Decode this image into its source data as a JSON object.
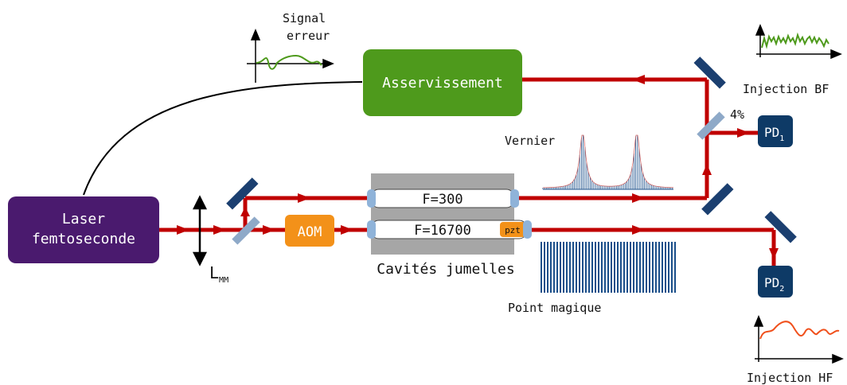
{
  "colors": {
    "beam": "#c00000",
    "laser_box": "#4a1a6e",
    "asserv_box": "#4e9a1c",
    "aom_box": "#f39119",
    "pd_box": "#0e3a66",
    "mirror": "#1b3f70",
    "cavity_gray": "#a6a6a6",
    "cavity_end": "#8fb3d9",
    "error_signal": "#4e9a1c",
    "injection_bf_signal": "#4e9a1c",
    "injection_hf_signal": "#f0501c",
    "spectrum": "#1b4f8a"
  },
  "labels": {
    "laser": [
      "Laser",
      "femtoseconde"
    ],
    "asserv": "Asservissement",
    "aom": "AOM",
    "pd1_main": "PD",
    "pd1_sub": "1",
    "pd2_main": "PD",
    "pd2_sub": "2",
    "cavity_top": "F=300",
    "cavity_bottom": "F=16700",
    "pzt": "pzt",
    "cavites": "Cavités jumelles",
    "vernier": "Vernier",
    "point_magique": "Point magique",
    "signal_erreur": [
      "Signal",
      "erreur"
    ],
    "injection_bf": "Injection BF",
    "injection_hf": "Injection HF",
    "four_percent": "4%",
    "lens_main": "L",
    "lens_sub": "MM"
  },
  "icons": {
    "mirror": "mirror-icon",
    "beamsplitter": "beamsplitter-icon",
    "lens": "lens-icon",
    "arrow": "beam-arrow-icon"
  }
}
